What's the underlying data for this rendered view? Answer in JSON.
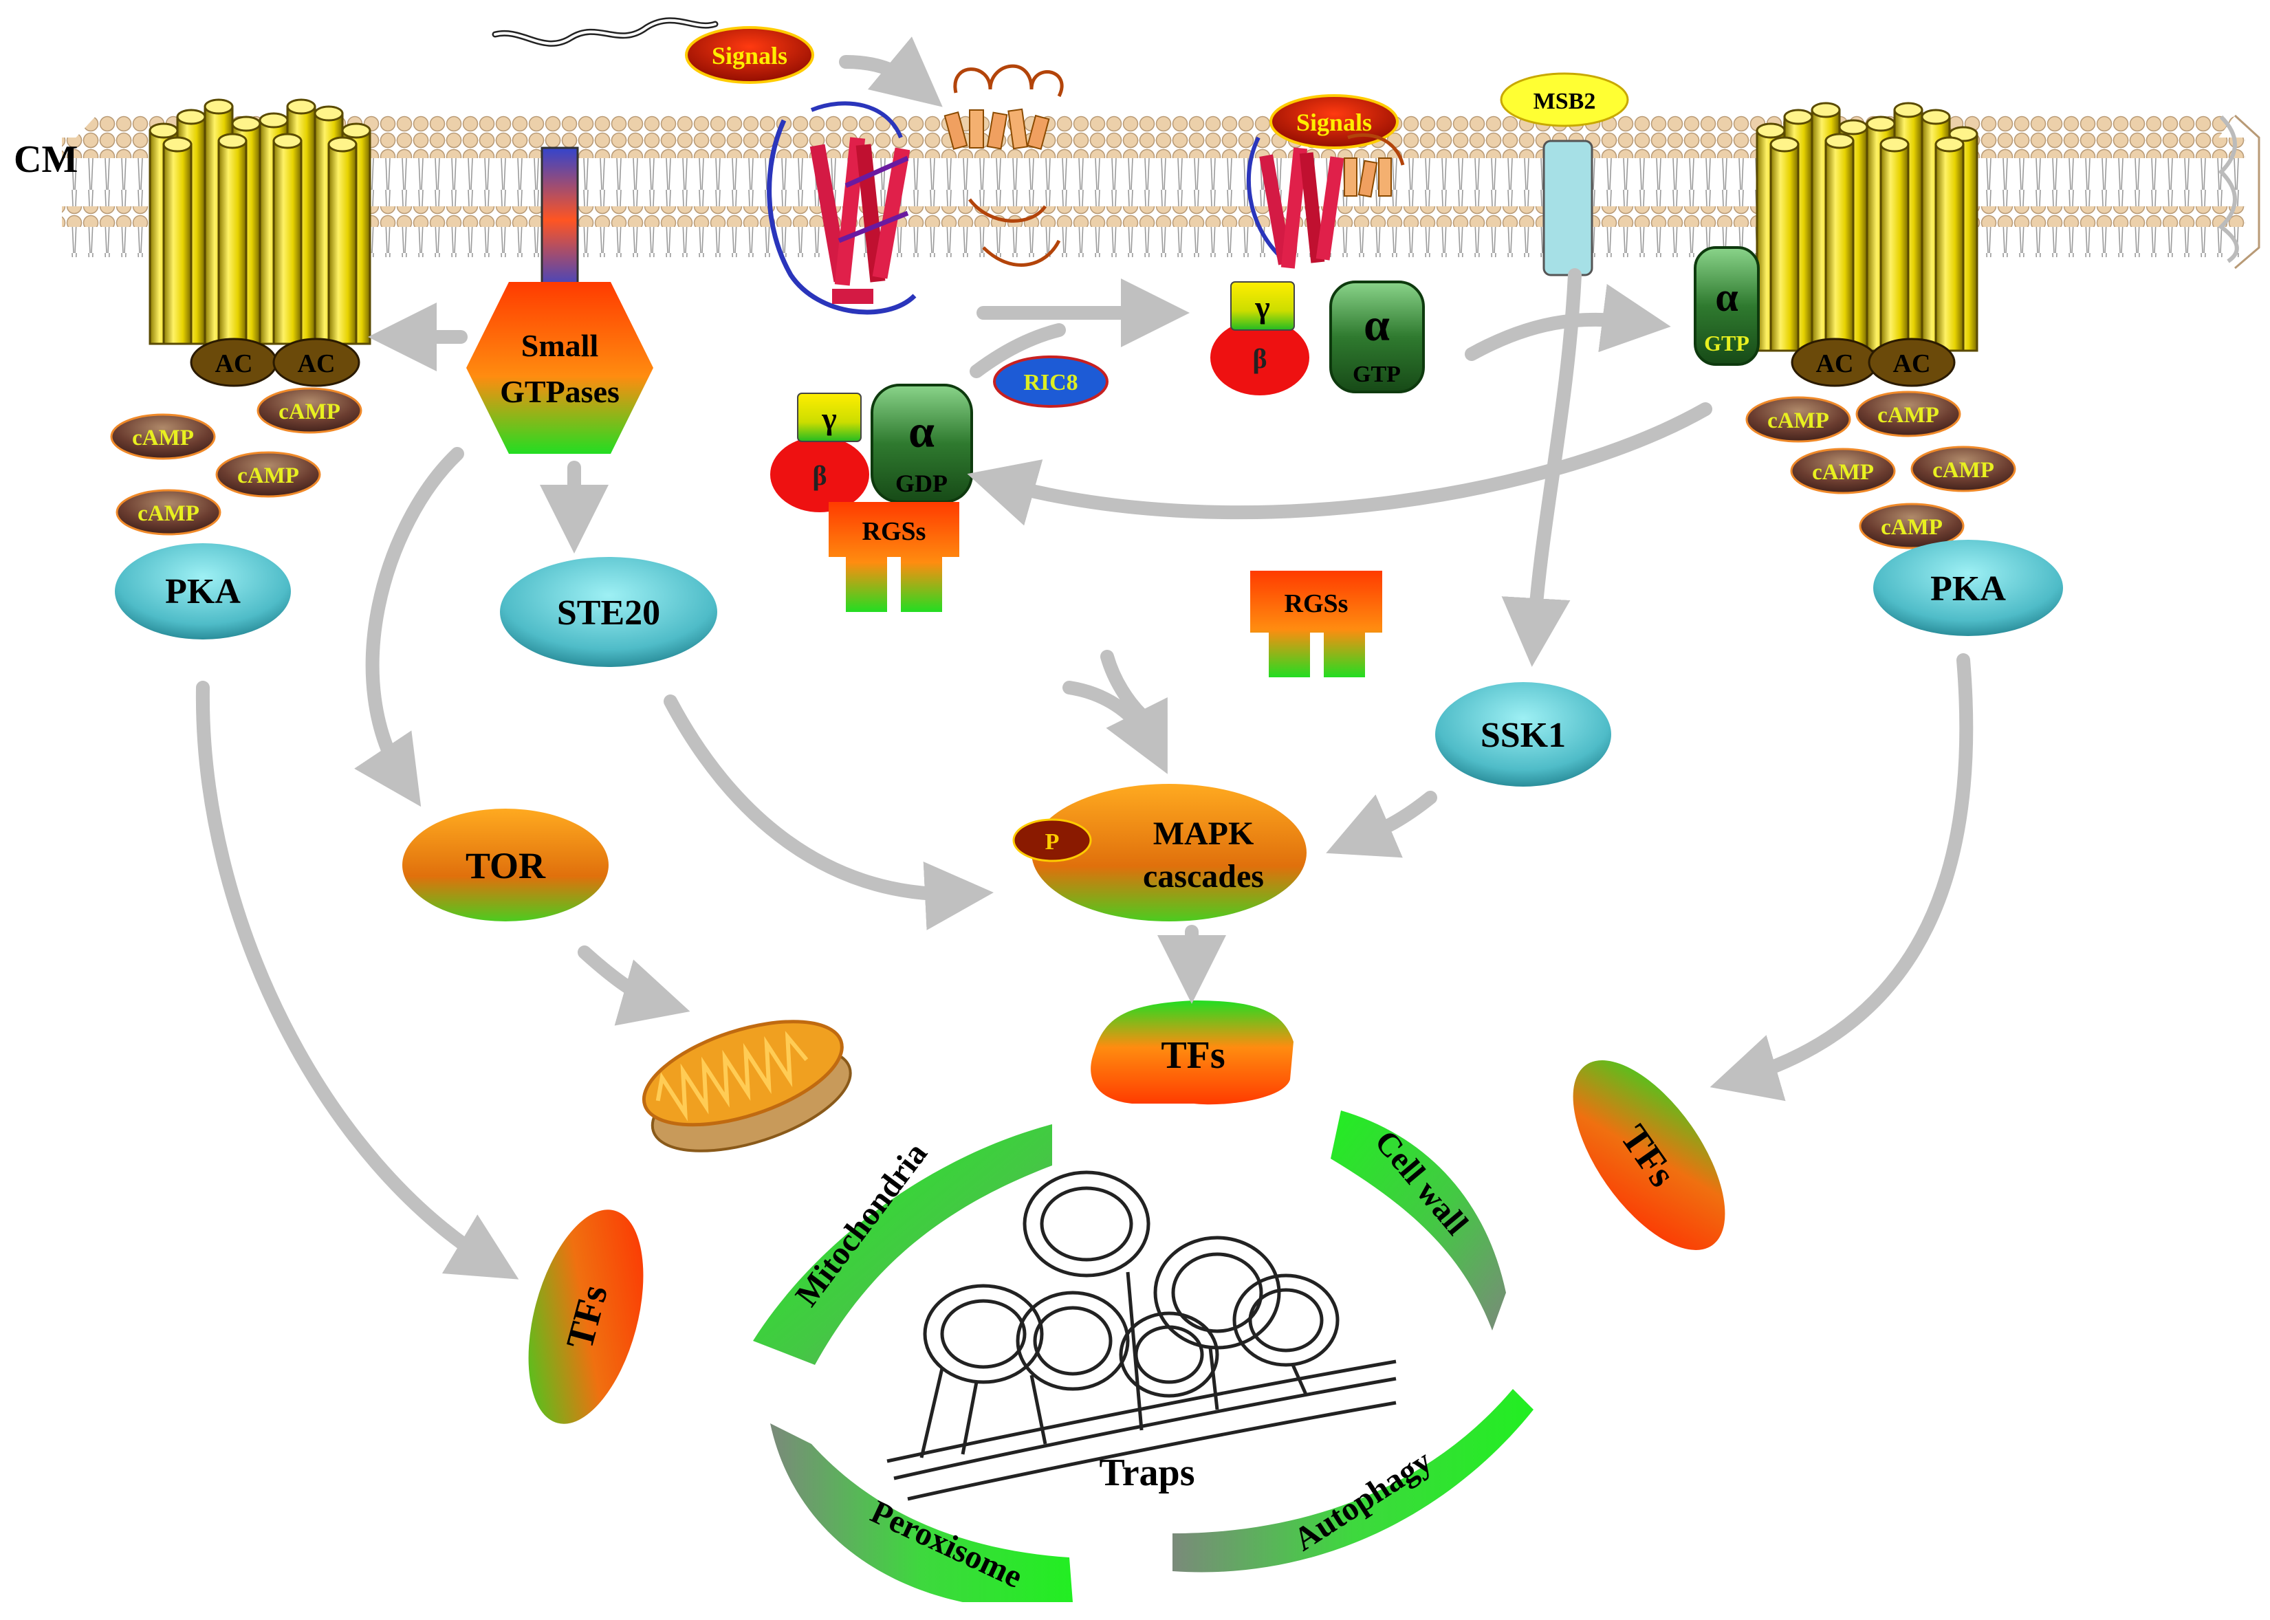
{
  "membrane": {
    "label": "CM"
  },
  "signals": [
    "Signals",
    "Signals"
  ],
  "msb2": "MSB2",
  "ac_label": "AC",
  "camp_label": "cAMP",
  "small_gtpases": [
    "Small",
    "GTPases"
  ],
  "ric8": "RIC8",
  "g_protein": {
    "alpha": "α",
    "beta": "β",
    "gamma": "γ",
    "gdp": "GDP",
    "gtp": "GTP"
  },
  "rgs": "RGSs",
  "pka": "PKA",
  "ste20": "STE20",
  "ssk1": "SSK1",
  "tor": "TOR",
  "mapk": [
    "MAPK",
    "cascades"
  ],
  "phospho": "P",
  "tfs": "TFs",
  "organelles": {
    "mitochondria": "Mitochondria",
    "cell_wall": "Cell wall",
    "peroxisome": "Peroxisome",
    "autophagy": "Autophagy"
  },
  "traps": "Traps",
  "colors": {
    "arrow": "#c0c0c0",
    "receptor_yellow": "#e8d400",
    "teal_node": "#5cc4cc",
    "green_node": "#22cc22",
    "orange_node": "#f07b10",
    "alpha_green": "#2e6b2e",
    "beta_red": "#ee1111",
    "lipid_head": "#e8cba4"
  }
}
